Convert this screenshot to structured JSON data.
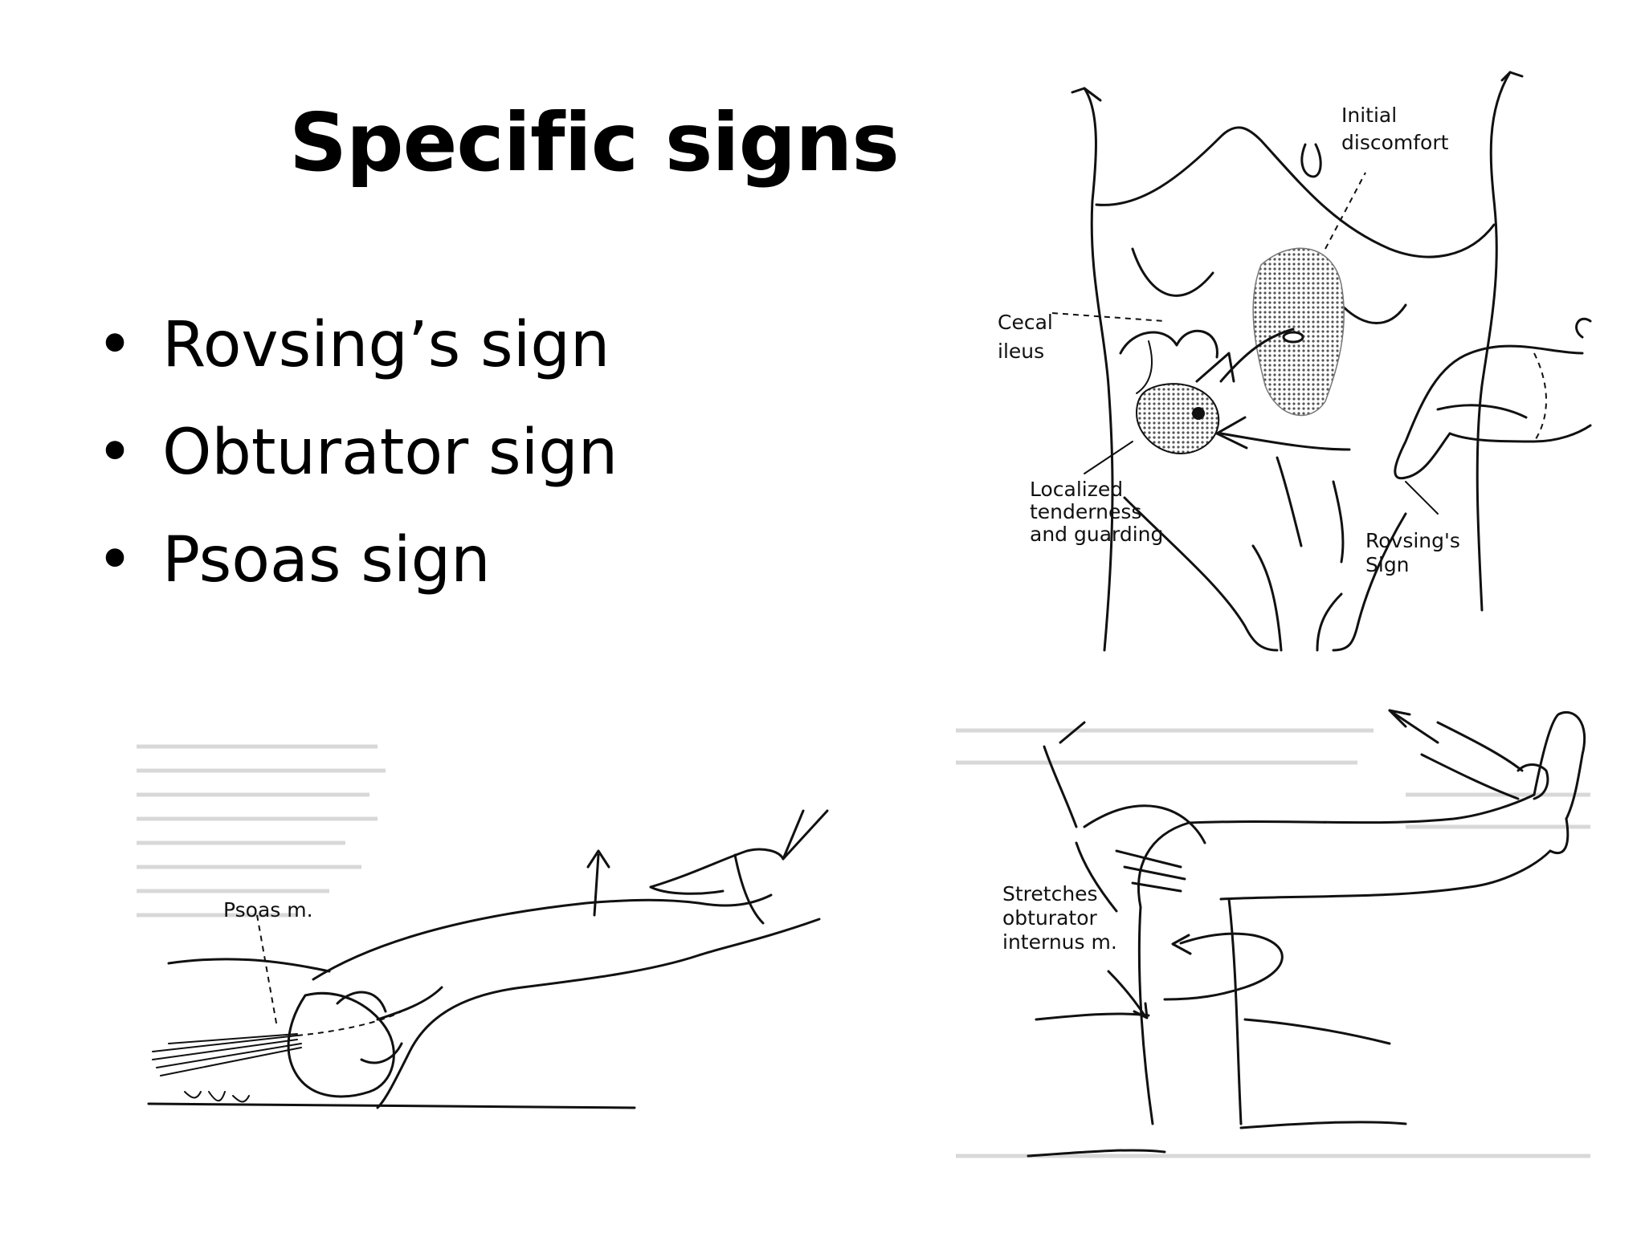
{
  "slide": {
    "title": "Specific signs",
    "bullet_symbol": "•",
    "bullets": [
      "Rovsing’s sign",
      "Obturator sign",
      "Psoas sign"
    ]
  },
  "figures": {
    "rovsing": {
      "labels": {
        "initial_line1": "Initial",
        "initial_line2": "discomfort",
        "cecal_line1": "Cecal",
        "cecal_line2": "ileus",
        "localized_line1": "Localized",
        "localized_line2": "tenderness",
        "localized_line3": "and guarding",
        "rovsing_line1": "Rovsing's",
        "rovsing_line2": "Sign"
      }
    },
    "psoas": {
      "labels": {
        "psoas_m": "Psoas m."
      }
    },
    "obturator": {
      "labels": {
        "line1": "Stretches",
        "line2": "obturator",
        "line3": "internus m."
      }
    }
  },
  "colors": {
    "background": "#ffffff",
    "text": "#000000",
    "ink": "#111111",
    "shading": "#9a9a9a"
  }
}
